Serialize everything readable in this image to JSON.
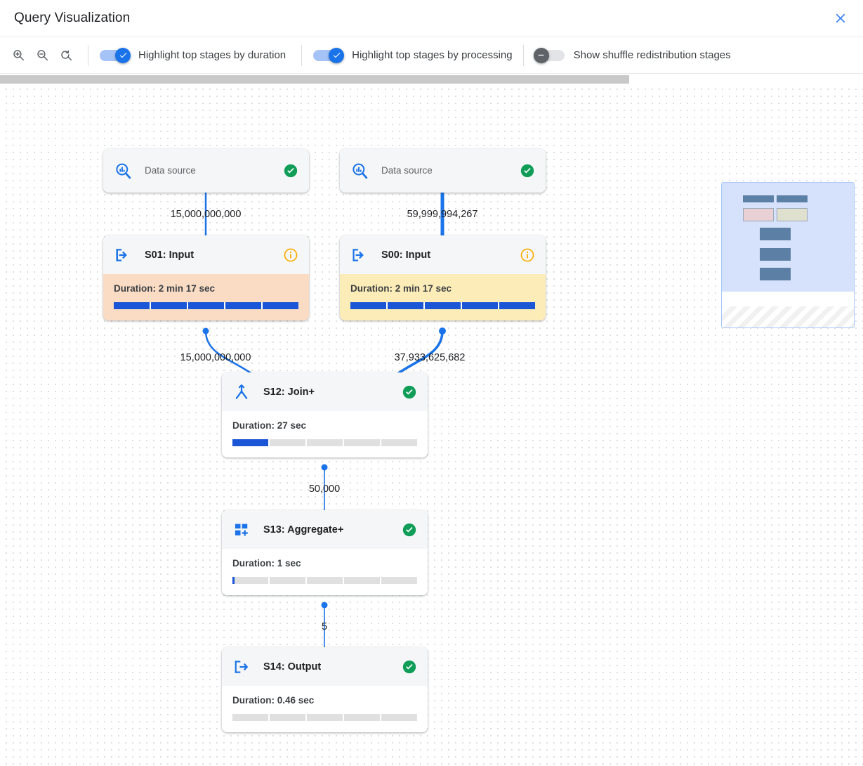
{
  "header": {
    "title": "Query Visualization",
    "close_icon": "close-icon"
  },
  "toolbar": {
    "zoom_in_icon": "zoom-in-icon",
    "zoom_out_icon": "zoom-out-icon",
    "zoom_reset_icon": "zoom-reset-icon",
    "toggles": [
      {
        "label": "Highlight top stages by duration",
        "state": "on"
      },
      {
        "label": "Highlight top stages by processing",
        "state": "on"
      },
      {
        "label": "Show shuffle redistribution stages",
        "state": "off"
      }
    ]
  },
  "colors": {
    "accent": "#1a73e8",
    "success": "#0f9d58",
    "warning": "#f9ab00",
    "bar_fill": "#1a56d6",
    "bar_track": "#e0e0e0",
    "highlight_duration": "#fadcc5",
    "highlight_processing": "#fcecb8",
    "edge": "#1a73e8"
  },
  "graph": {
    "nodes": [
      {
        "id": "ds-left",
        "kind": "data-source",
        "icon": "bigquery-data-source-icon",
        "name_redacted": true,
        "subtitle": "Data source",
        "status": "success",
        "status_icon": "check-circle-icon"
      },
      {
        "id": "ds-right",
        "kind": "data-source",
        "icon": "bigquery-data-source-icon",
        "name_redacted": true,
        "subtitle": "Data source",
        "status": "success",
        "status_icon": "check-circle-icon"
      },
      {
        "id": "s01",
        "kind": "stage",
        "icon": "input-arrow-icon",
        "title": "S01: Input",
        "status": "info",
        "status_icon": "info-circle-icon",
        "duration_label": "Duration: 2 min 17 sec",
        "progress_percent": 100,
        "highlight": "duration"
      },
      {
        "id": "s00",
        "kind": "stage",
        "icon": "input-arrow-icon",
        "title": "S00: Input",
        "status": "info",
        "status_icon": "info-circle-icon",
        "duration_label": "Duration: 2 min 17 sec",
        "progress_percent": 100,
        "highlight": "processing"
      },
      {
        "id": "s12",
        "kind": "stage",
        "icon": "join-icon",
        "title": "S12: Join+",
        "status": "success",
        "status_icon": "check-circle-icon",
        "duration_label": "Duration: 27 sec",
        "progress_percent": 20,
        "highlight": "none"
      },
      {
        "id": "s13",
        "kind": "stage",
        "icon": "aggregate-icon",
        "title": "S13: Aggregate+",
        "status": "success",
        "status_icon": "check-circle-icon",
        "duration_label": "Duration: 1 sec",
        "progress_percent": 1,
        "highlight": "none"
      },
      {
        "id": "s14",
        "kind": "stage",
        "icon": "output-arrow-icon",
        "title": "S14: Output",
        "status": "success",
        "status_icon": "check-circle-icon",
        "duration_label": "Duration: 0.46 sec",
        "progress_percent": 0,
        "highlight": "none"
      }
    ],
    "edges": [
      {
        "from": "ds-left",
        "to": "s01",
        "label": "15,000,000,000"
      },
      {
        "from": "ds-right",
        "to": "s00",
        "label": "59,999,994,267"
      },
      {
        "from": "s01",
        "to": "s12",
        "label": "15,000,000,000"
      },
      {
        "from": "s00",
        "to": "s12",
        "label": "37,933,625,682"
      },
      {
        "from": "s12",
        "to": "s13",
        "label": "50,000"
      },
      {
        "from": "s13",
        "to": "s14",
        "label": "5"
      }
    ]
  },
  "minimap": {
    "name": "graph-minimap"
  }
}
